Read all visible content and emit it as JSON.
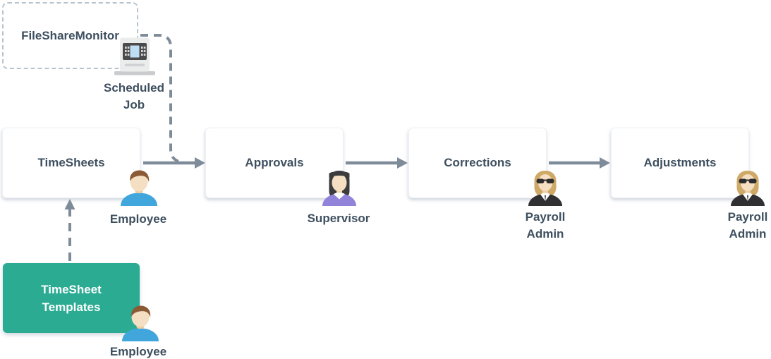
{
  "fileshare_monitor": {
    "label": "FileShareMonitor"
  },
  "scheduled_job": {
    "label": "Scheduled Job"
  },
  "stages": [
    {
      "label": "TimeSheets",
      "actor": "Employee"
    },
    {
      "label": "Approvals",
      "actor": "Supervisor"
    },
    {
      "label": "Corrections",
      "actor": "Payroll Admin"
    },
    {
      "label": "Adjustments",
      "actor": "Payroll Admin"
    }
  ],
  "templates": {
    "label": "TimeSheet Templates",
    "actor": "Employee"
  },
  "colors": {
    "accent_teal": "#2bab92",
    "connector_gray": "#7e8c9a",
    "text_slate": "#3e4f5f",
    "dashed_border_blue_gray": "#b7c3cd",
    "employee_shirt_blue": "#41a6dc",
    "supervisor_shirt_purple": "#9183d9",
    "payroll_suit_dark": "#303032"
  }
}
